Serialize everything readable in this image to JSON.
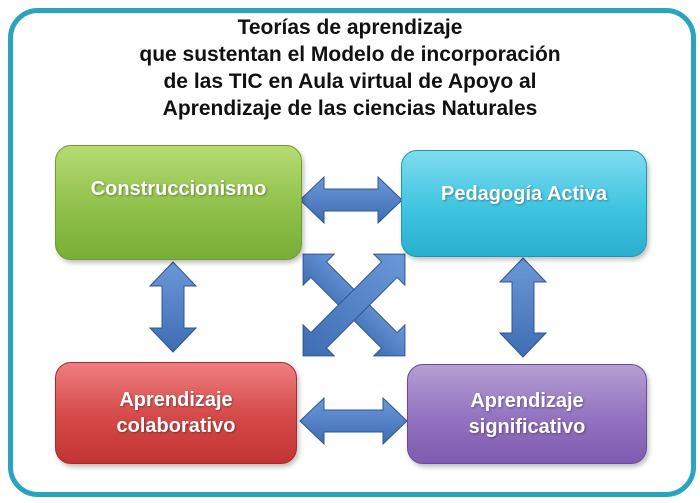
{
  "title": {
    "lines": [
      "Teorías de aprendizaje",
      "que sustentan el Modelo de incorporación",
      "de las TIC en Aula virtual de Apoyo al",
      "Aprendizaje de las ciencias Naturales"
    ]
  },
  "boxes": {
    "top_left": "Construccionismo",
    "top_right": "Pedagogía Activa",
    "bottom_left": "Aprendizaje\ncolaborativo",
    "bottom_right": "Aprendizaje\nsignificativo"
  },
  "colors": {
    "frame": "#2aa3bf",
    "top_left": "#8fc04a",
    "top_right": "#3ec4e0",
    "bottom_left": "#d44848",
    "bottom_right": "#9272bf",
    "arrows": "#4f7fc4"
  }
}
